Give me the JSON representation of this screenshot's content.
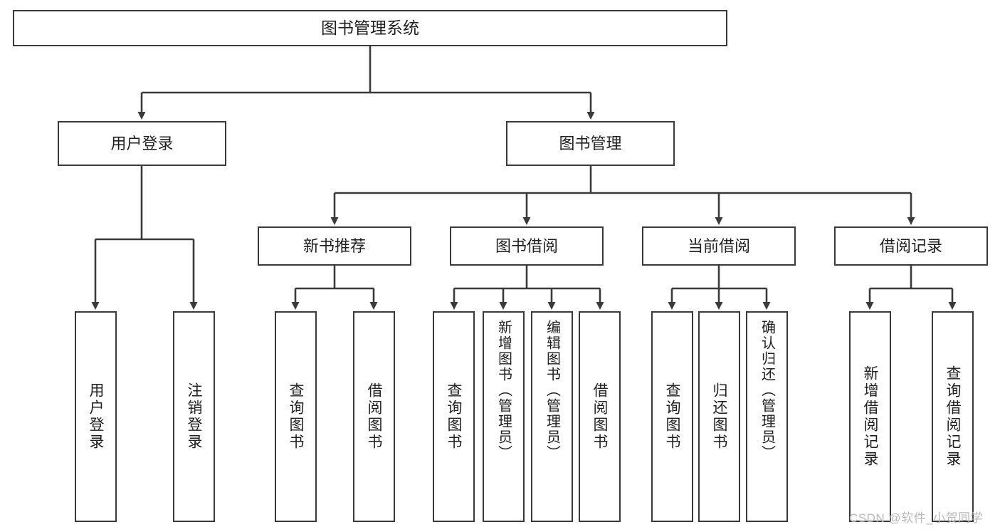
{
  "diagram": {
    "title": "图书管理系统",
    "type": "tree-hierarchy-chart",
    "watermark": "CSDN @软件_小贺同学",
    "colors": {
      "box_border": "#3a3a3a",
      "box_fill": "#ffffff",
      "connector": "#3a3a3a",
      "text": "#1f1f1f",
      "watermark": "#b9b9b9",
      "background": "#ffffff"
    },
    "root": {
      "label": "图书管理系统"
    },
    "level2": [
      {
        "label": "用户登录"
      },
      {
        "label": "图书管理"
      }
    ],
    "level3": [
      {
        "label": "新书推荐"
      },
      {
        "label": "图书借阅"
      },
      {
        "label": "当前借阅"
      },
      {
        "label": "借阅记录"
      }
    ],
    "leaves": {
      "user_login": [
        {
          "label": "用户登录"
        },
        {
          "label": "注销登录"
        }
      ],
      "new_book_recommend": [
        {
          "label": "查询图书"
        },
        {
          "label": "借阅图书"
        }
      ],
      "book_borrow": [
        {
          "label": "查询图书"
        },
        {
          "label": "新增图书（管理员）"
        },
        {
          "label": "编辑图书（管理员）"
        },
        {
          "label": "借阅图书"
        }
      ],
      "current_borrow": [
        {
          "label": "查询图书"
        },
        {
          "label": "归还图书"
        },
        {
          "label": "确认归还（管理员）"
        }
      ],
      "borrow_records": [
        {
          "label": "新增借阅记录"
        },
        {
          "label": "查询借阅记录"
        }
      ]
    }
  }
}
